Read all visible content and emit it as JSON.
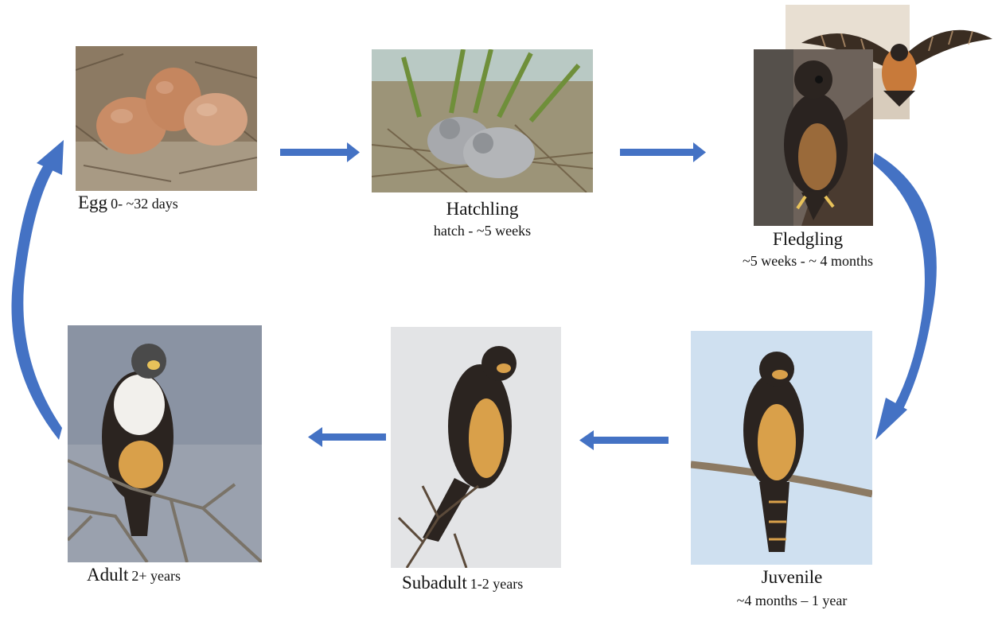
{
  "stages": {
    "egg": {
      "name": "Egg",
      "duration": "0- ~32 days"
    },
    "hatchling": {
      "name": "Hatchling",
      "duration": "hatch  - ~5 weeks"
    },
    "fledgling": {
      "name": "Fledgling",
      "duration": "~5 weeks - ~ 4 months"
    },
    "juvenile": {
      "name": "Juvenile",
      "duration": "~4 months  – 1 year"
    },
    "subadult": {
      "name": "Subadult",
      "duration": "1-2 years"
    },
    "adult": {
      "name": "Adult",
      "duration": "2+ years"
    }
  },
  "colors": {
    "arrow": "#4472c4",
    "sky_light": "#cfe0f0",
    "sky_gray": "#8a93a3",
    "falcon_dark": "#2b2420",
    "falcon_buff": "#d9a04a"
  }
}
